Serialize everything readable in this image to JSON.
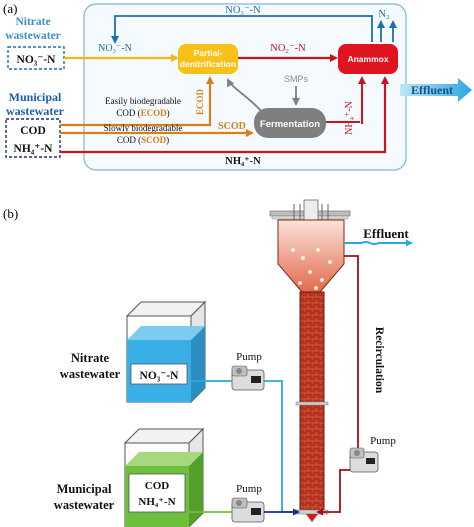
{
  "panel_a": {
    "label": "(a)",
    "nitrate_title_1": "Nitrate",
    "nitrate_title_2": "wastewater",
    "nitrate_box": "NO₃⁻-N",
    "municipal_title_1": "Municipal",
    "municipal_title_2": "wastewater",
    "cod": "COD",
    "nh4": "NH₄⁺-N",
    "no3_left_label": "NO₃⁻-N",
    "no3_top_label": "NO₃⁻-N",
    "n2_label": "N₂",
    "partial_denit_1": "Partial-",
    "partial_denit_2": "denitrification",
    "no2_label": "NO₂⁻-N",
    "anammox": "Anammox",
    "smps": "SMPs",
    "easily_1": "Easily biodegradable",
    "easily_2a": "COD (",
    "easily_2b": "ECOD",
    "easily_2c": ")",
    "slowly_1": "Slowly biodegradable",
    "slowly_2a": "COD (",
    "slowly_2b": "SCOD",
    "slowly_2c": ")",
    "ecod_vertical": "ECOD",
    "scod_label": "SCOD",
    "fermentation": "Fermentation",
    "nh4_vertical": "NH₄⁺-N",
    "nh4_bottom": "NH₄⁺-N",
    "effluent": "Effluent"
  },
  "panel_b": {
    "label": "(b)",
    "effluent": "Effluent",
    "recirculation": "Recirculation",
    "nitrate_1": "Nitrate",
    "nitrate_2": "wastewater",
    "nitrate_tank": "NO₃⁻-N",
    "municipal_1": "Municipal",
    "municipal_2": "wastewater",
    "tank_cod": "COD",
    "tank_nh4": "NH₄⁺-N",
    "pump_nitrate": "Pump",
    "pump_municipal": "Pump",
    "pump_recirc": "Pump"
  },
  "colors": {
    "nitrate_blue": "#1f6fb5",
    "municipal_blue": "#1a5ea8",
    "orange_cod": "#d7801a",
    "yellow_cod": "#f2b90f",
    "red_flow": "#c8141c",
    "process_yellow": "#f7c117",
    "anammox_red": "#e0141e",
    "fermentation_gray": "#7f7f7f",
    "effluent_arrow": "#29a8e0",
    "reactor_red": "#b5321f",
    "tank_blue": "#3aaee6",
    "tank_green": "#6fbf3f"
  }
}
